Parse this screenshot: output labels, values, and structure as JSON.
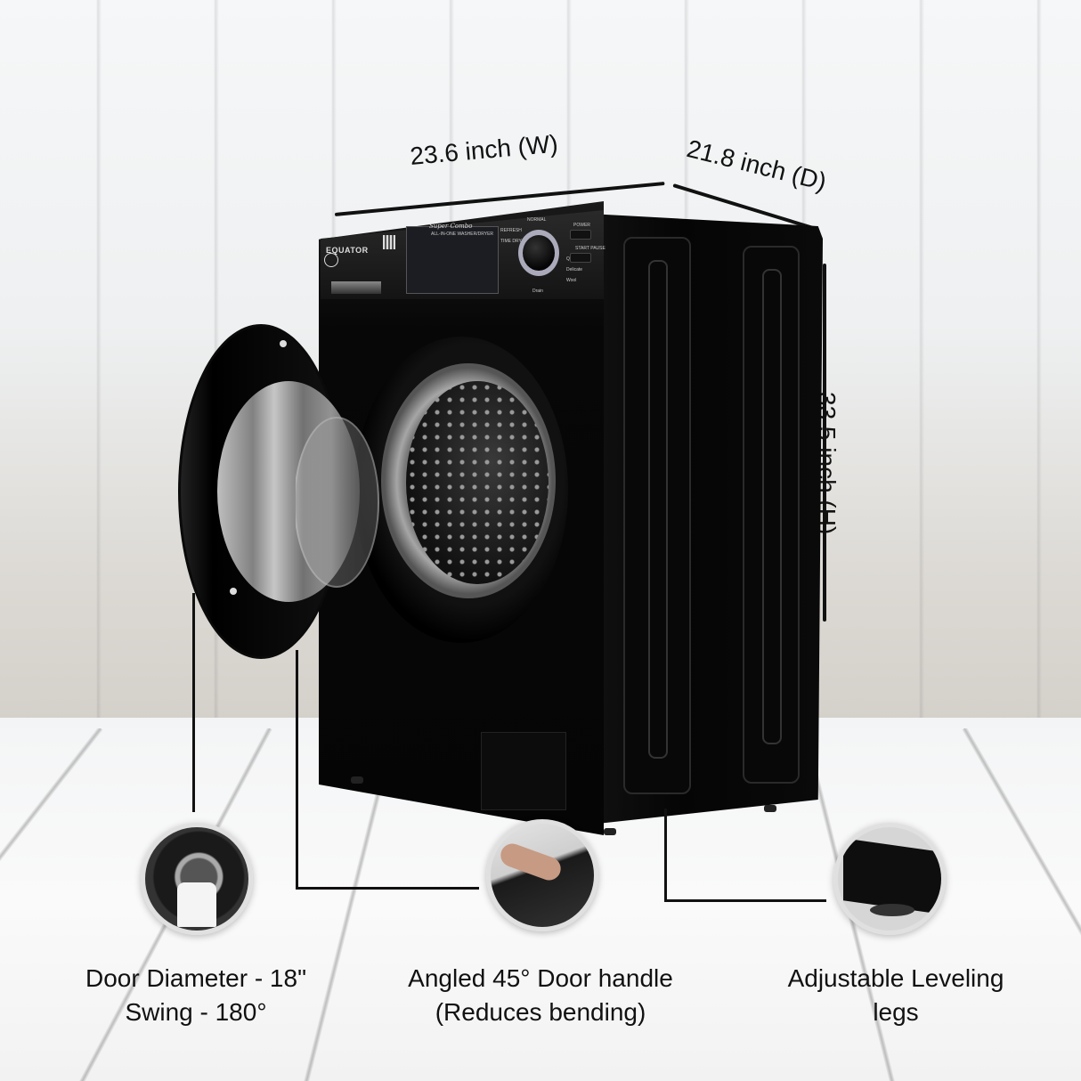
{
  "product": {
    "brand": "EQUATOR",
    "panel_title": "Super Combo",
    "panel_subtitle": "ALL-IN-ONE WASHER/DRYER",
    "color_scheme": {
      "body": "#0a0a0a",
      "wall": "#eef0f1",
      "floor": "#f6f6f6",
      "text": "#111111",
      "circle_border": "#e0e0e0"
    },
    "panel_labels": {
      "power": "POWER",
      "start": "START PAUSE",
      "normal": "NORMAL",
      "refresh": "REFRESH",
      "time_dry": "TIME DRY",
      "drain": "Drain",
      "quick": "Quick",
      "delicate": "Delicate",
      "wool": "Wool"
    }
  },
  "dimensions": {
    "width": "23.6 inch (W)",
    "depth": "21.8 inch (D)",
    "height": "33.5 inch (H)"
  },
  "features": [
    {
      "line1": "Door Diameter - 18\"",
      "line2": "Swing - 180°"
    },
    {
      "line1": "Angled 45° Door handle",
      "line2": "(Reduces bending)"
    },
    {
      "line1": "Adjustable Leveling",
      "line2": "legs"
    }
  ]
}
